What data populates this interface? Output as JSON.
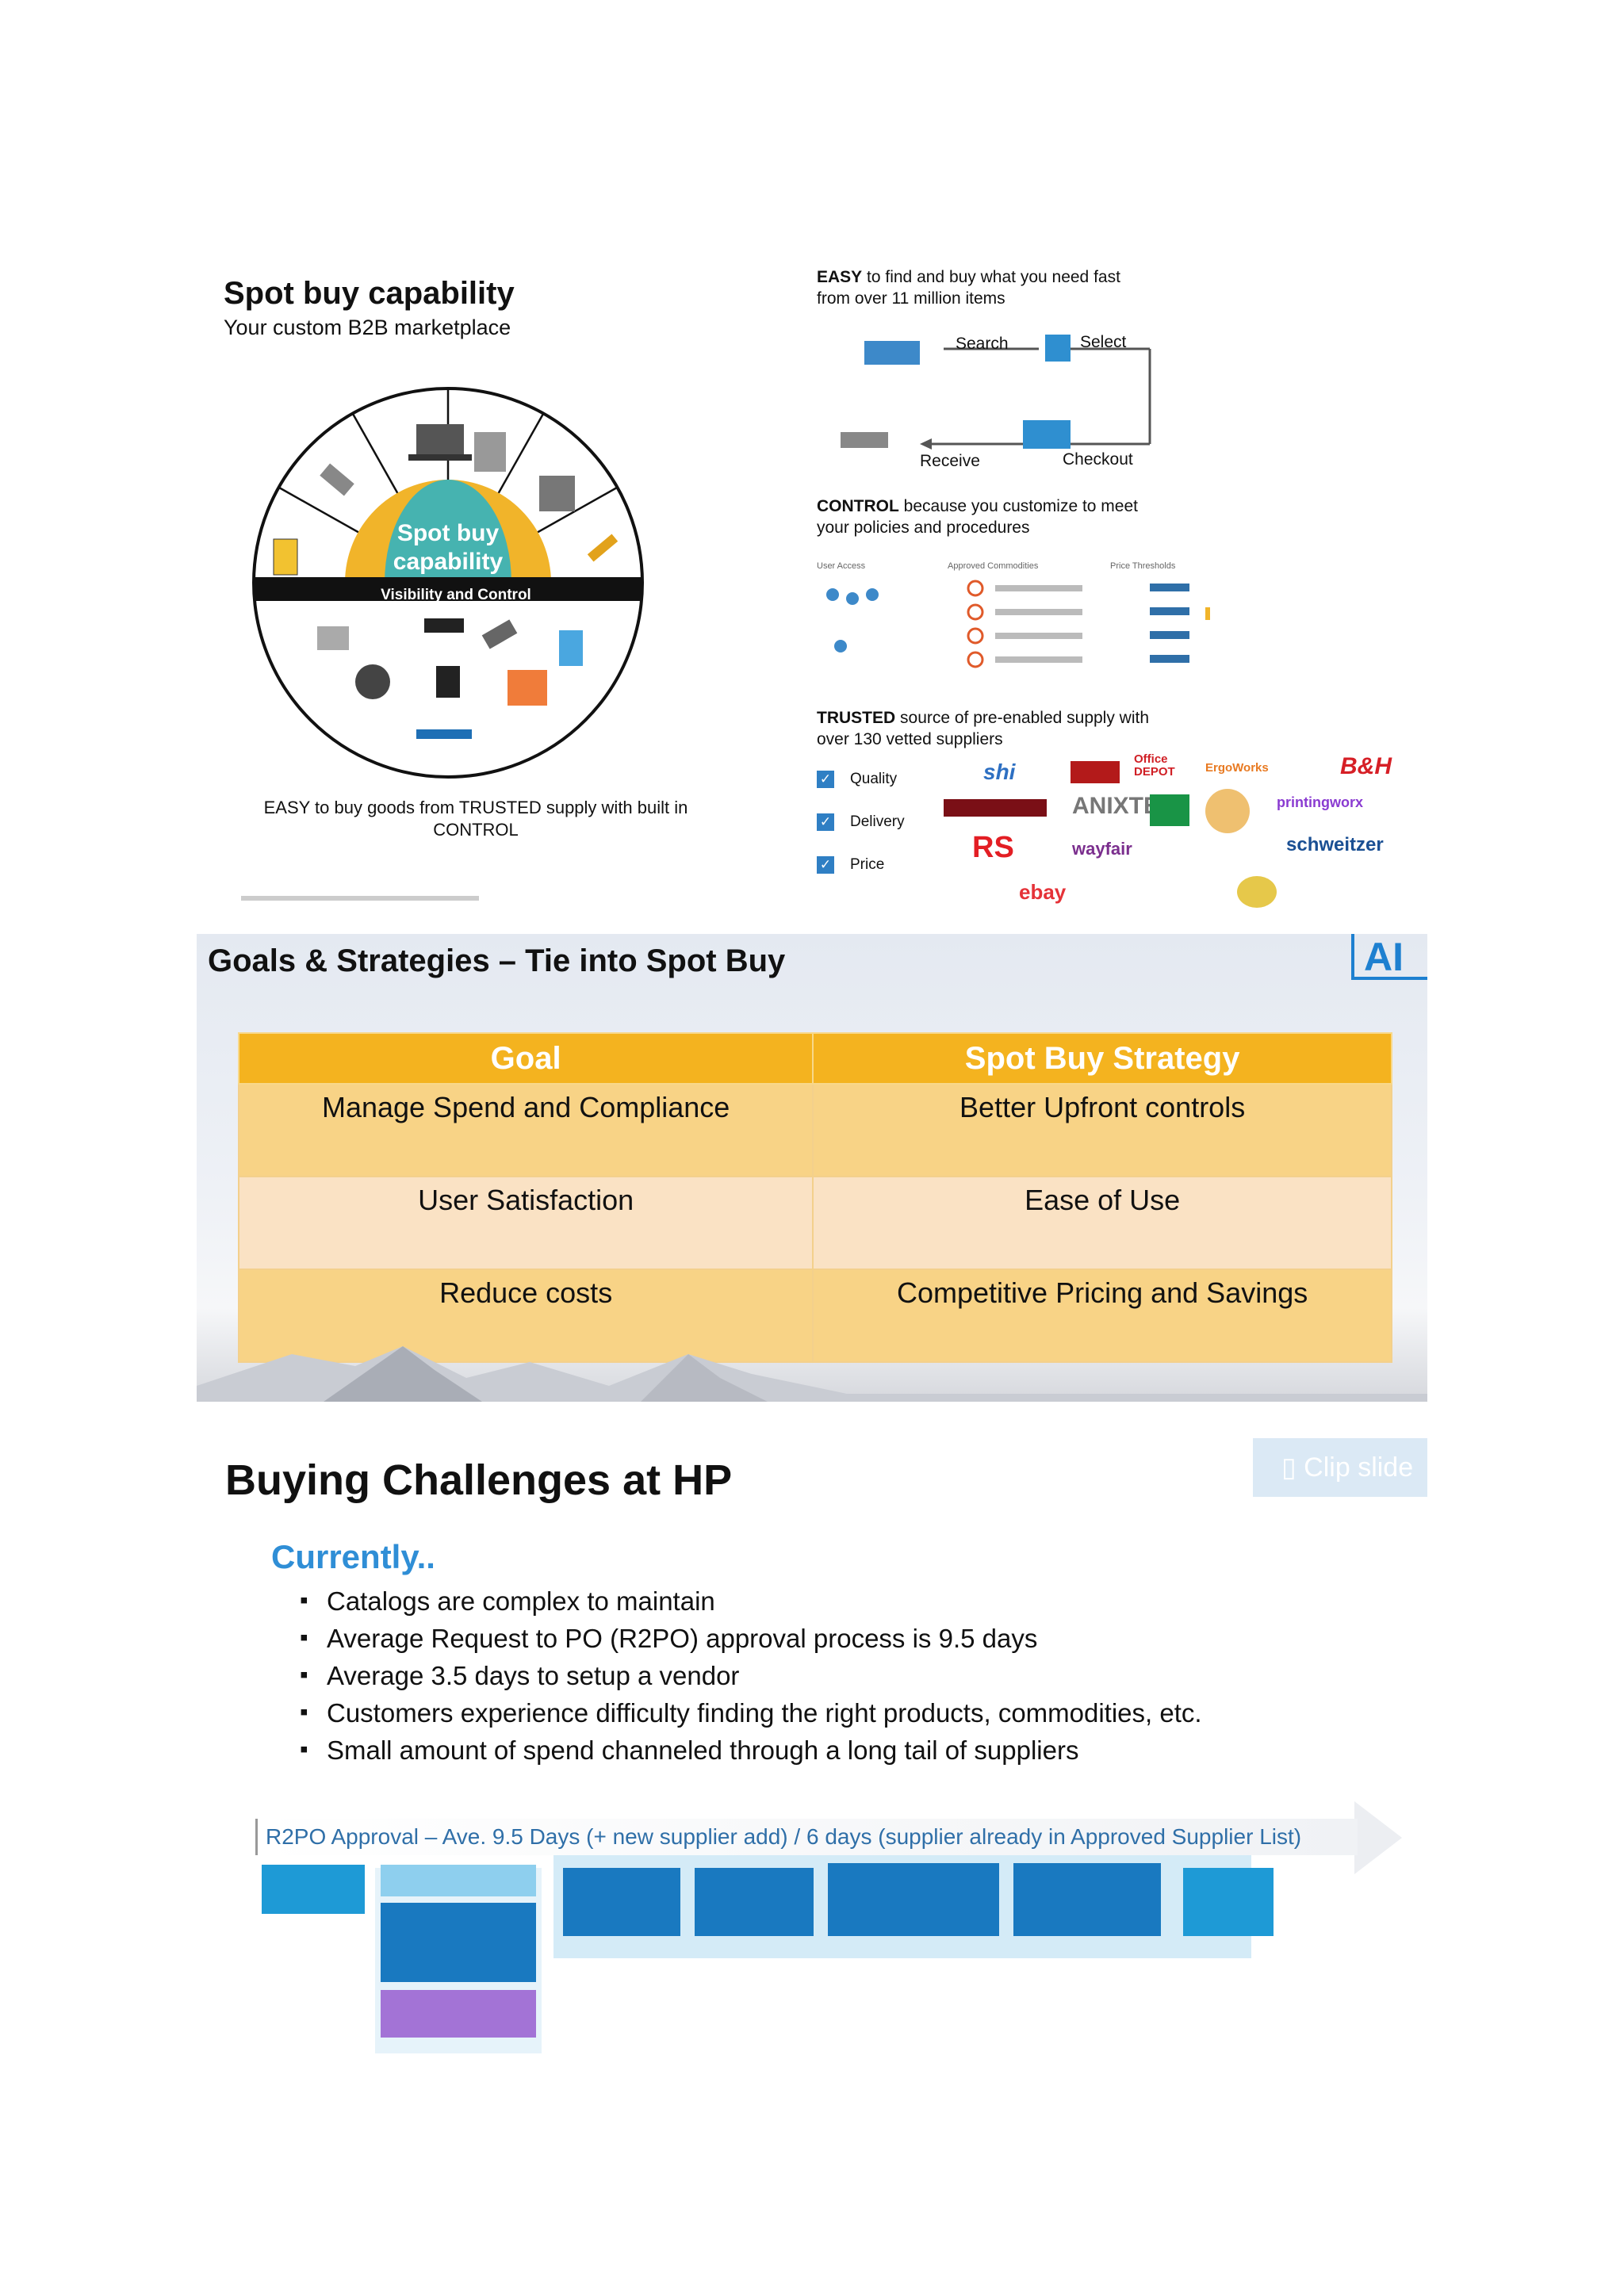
{
  "slide1": {
    "title": "Spot buy capability",
    "subtitle": "Your custom B2B marketplace",
    "wheel_center": "Spot buy capability",
    "wheel_band": "Visibility and Control",
    "caption": "EASY to buy goods from TRUSTED supply with built in CONTROL",
    "easy_bold": "EASY",
    "easy_text": "to find and buy what you need fast from over 11 million items",
    "flow": {
      "search": "Search",
      "select": "Select",
      "receive": "Receive",
      "checkout": "Checkout"
    },
    "control_bold": "CONTROL",
    "control_text": "because you customize to meet your policies and procedures",
    "control_headers": [
      "User Access",
      "Approved Commodities",
      "Price Thresholds"
    ],
    "trusted_bold": "TRUSTED",
    "trusted_text": "source of pre-enabled supply with over 130 vetted suppliers",
    "attributes": [
      "Quality",
      "Delivery",
      "Price"
    ],
    "logos": [
      "shi",
      "Office DEPOT",
      "ErgoWorks",
      "B&H",
      "ANIXTER",
      "printingworx",
      "RS",
      "wayfair",
      "schweitzer",
      "ebay"
    ]
  },
  "slide2": {
    "title": "Goals & Strategies – Tie into Spot Buy",
    "logo_text": "AI",
    "headers": [
      "Goal",
      "Spot Buy Strategy"
    ],
    "rows": [
      [
        "Manage Spend and Compliance",
        "Better Upfront controls"
      ],
      [
        "User Satisfaction",
        "Ease of Use"
      ],
      [
        "Reduce costs",
        "Competitive Pricing and Savings"
      ]
    ]
  },
  "slide3": {
    "title": "Buying Challenges at HP",
    "clip_label": "Clip slide",
    "currently": "Currently..",
    "bullets": [
      "Catalogs are complex to maintain",
      "Average Request to PO (R2PO) approval process is 9.5 days",
      "Average 3.5 days to setup a vendor",
      "Customers experience difficulty finding the right products, commodities, etc.",
      "Small amount of spend channeled through a long tail of suppliers"
    ],
    "r2po_label": "R2PO Approval  –  Ave. 9.5 Days (+ new supplier add) / 6 days (supplier already in Approved Supplier List)"
  },
  "colors": {
    "accent_orange": "#f4b31f",
    "accent_blue": "#2f8ed6",
    "process_blue": "#1e9ad6"
  }
}
